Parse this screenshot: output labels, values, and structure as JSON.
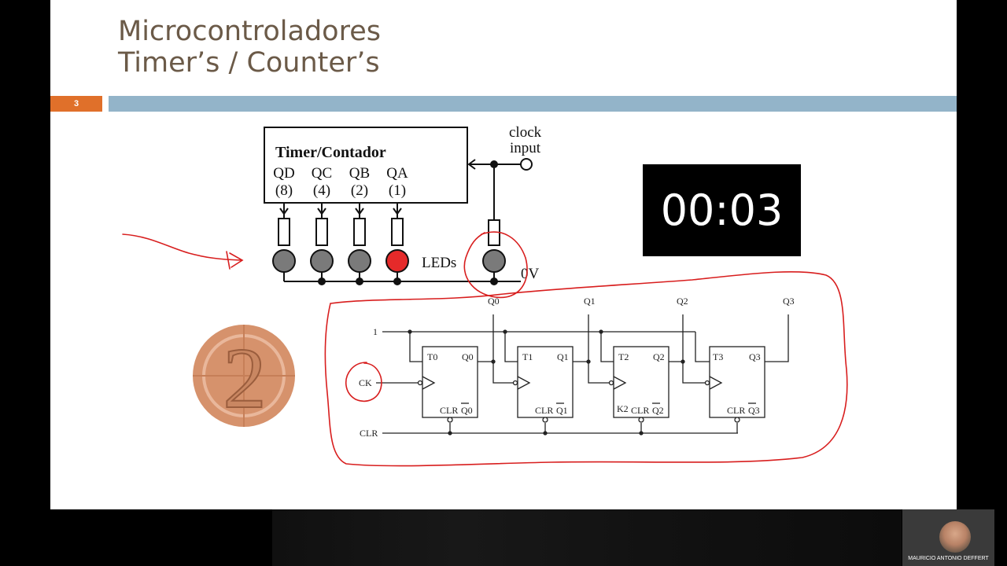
{
  "slide": {
    "title_line1": "Microcontroladores",
    "title_line2": "Timer’s / Counter’s",
    "slide_number": "3"
  },
  "timer_circuit": {
    "block_label": "Timer/Contador",
    "outputs": [
      {
        "name": "QD",
        "weight": "(8)",
        "led": "off"
      },
      {
        "name": "QC",
        "weight": "(4)",
        "led": "off"
      },
      {
        "name": "QB",
        "weight": "(2)",
        "led": "off"
      },
      {
        "name": "QA",
        "weight": "(1)",
        "led": "on"
      }
    ],
    "clock_line1": "clock",
    "clock_line2": "input",
    "leds_label": "LEDs",
    "ground_label": "0V"
  },
  "elapsed_timer": {
    "value": "00:03"
  },
  "countdown_badge": {
    "value": "2"
  },
  "counter_circuit": {
    "input_one": "1",
    "clock_label": "CK",
    "clear_label": "CLR",
    "outputs": [
      "Q0",
      "Q1",
      "Q2",
      "Q3"
    ],
    "flipflops": [
      {
        "t_label": "T0",
        "q_label": "Q0",
        "clr_label": "CLR",
        "qbar_label": "Q0"
      },
      {
        "t_label": "T1",
        "q_label": "Q1",
        "clr_label": "CLR",
        "qbar_label": "Q1"
      },
      {
        "t_label": "T2",
        "q_label": "Q2",
        "k_label": "K2",
        "clr_label": "CLR",
        "qbar_label": "Q2"
      },
      {
        "t_label": "T3",
        "q_label": "Q3",
        "clr_label": "CLR",
        "qbar_label": "Q3"
      }
    ]
  },
  "meeting": {
    "participant_name": "MAURICIO ANTONIO DEFFERT"
  },
  "colors": {
    "title": "#6b5a48",
    "accent_orange": "#e0702a",
    "rule_blue": "#93b4c9",
    "led_on": "#e52a2a",
    "led_off": "#7a7a7a",
    "annotation_red": "#d81e1e",
    "badge": "#d6926c"
  }
}
